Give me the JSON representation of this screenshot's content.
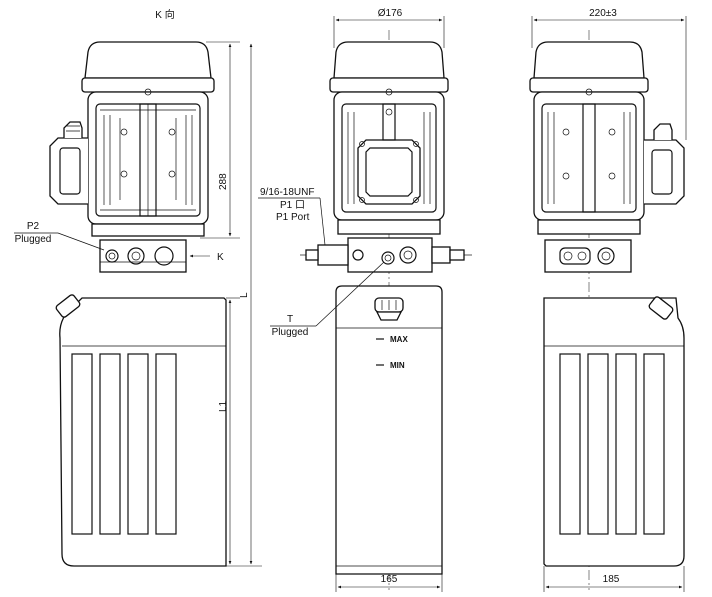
{
  "view_k_label": "K 向",
  "dimensions": {
    "motor_diameter": "Ø176",
    "side_width": "220±3",
    "motor_height": "288",
    "total_length": "L",
    "tank_length": "L1",
    "tank_front_width": "165",
    "tank_side_width": "185"
  },
  "callouts": {
    "p2": "P2",
    "p2_status": "Plugged",
    "k_arrow": "K",
    "thread": "9/16-18UNF",
    "p1_cn": "P1 口",
    "p1_port": "P1 Port",
    "t": "T",
    "t_status": "Plugged",
    "max": "MAX",
    "min": "MIN"
  }
}
